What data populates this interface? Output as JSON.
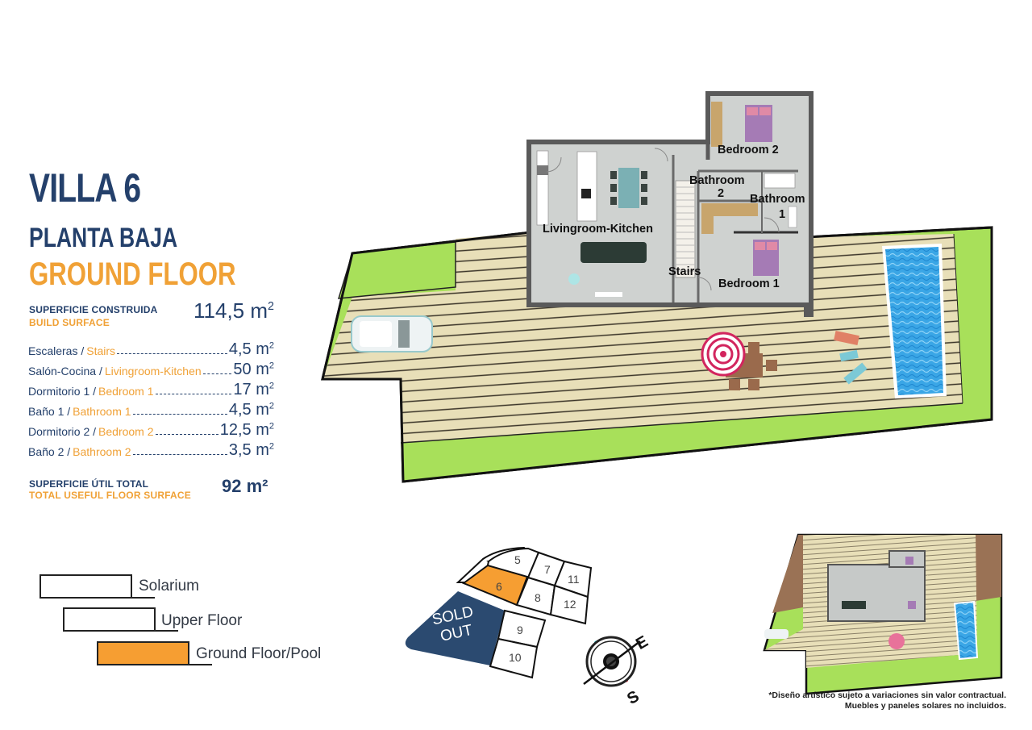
{
  "header": {
    "villa_title": "VILLA 6",
    "floor_es": "PLANTA BAJA",
    "floor_en": "GROUND FLOOR"
  },
  "build_surface": {
    "label_es": "SUPERFICIE CONSTRUIDA",
    "label_en": "BUILD SURFACE",
    "value": "114,5 m",
    "unit_sup": "2"
  },
  "rooms": [
    {
      "es": "Escaleras /",
      "en": "Stairs",
      "value": "4,5 m",
      "sup": "2"
    },
    {
      "es": "Salón-Cocina /",
      "en": "Livingroom-Kitchen",
      "value": "50 m",
      "sup": "2"
    },
    {
      "es": "Dormitorio 1 /",
      "en": "Bedroom 1",
      "value": "17 m",
      "sup": "2"
    },
    {
      "es": "Baño 1 /",
      "en": "Bathroom 1",
      "value": "4,5 m",
      "sup": "2"
    },
    {
      "es": "Dormitorio 2 /",
      "en": "Bedroom 2",
      "value": "12,5 m",
      "sup": "2"
    },
    {
      "es": "Baño 2 /",
      "en": "Bathroom 2",
      "value": "3,5 m",
      "sup": "2"
    }
  ],
  "total_surface": {
    "label_es": "SUPERFICIE ÚTIL TOTAL",
    "label_en": "TOTAL USEFUL FLOOR SURFACE",
    "value": "92 m²"
  },
  "floor_legend": [
    {
      "label": "Solarium",
      "active": false
    },
    {
      "label": "Upper Floor",
      "active": false
    },
    {
      "label": "Ground Floor/Pool",
      "active": true
    }
  ],
  "plan_labels": {
    "bedroom2": "Bedroom 2",
    "bathroom2_a": "Bathroom",
    "bathroom2_b": "2",
    "bathroom1_a": "Bathroom",
    "bathroom1_b": "1",
    "livingroom": "Livingroom-Kitchen",
    "stairs": "Stairs",
    "bedroom1": "Bedroom 1"
  },
  "site_map": {
    "plots": [
      "5",
      "6",
      "7",
      "8",
      "9",
      "10",
      "11",
      "12"
    ],
    "selected_plot": "6",
    "sold_out_line1": "SOLD",
    "sold_out_line2": "OUT"
  },
  "compass": {
    "east": "E",
    "south": "S"
  },
  "disclaimer": {
    "line1": "*Diseño artístico sujeto a variaciones sin valor contractual.",
    "line2": "Muebles y paneles solares no incluidos."
  },
  "colors": {
    "navy": "#24406b",
    "orange": "#f0a136",
    "grass": "#a8e05a",
    "deck": "#e6dcb4",
    "pool": "#3aa6e6",
    "sold_out": "#2b4a70"
  }
}
